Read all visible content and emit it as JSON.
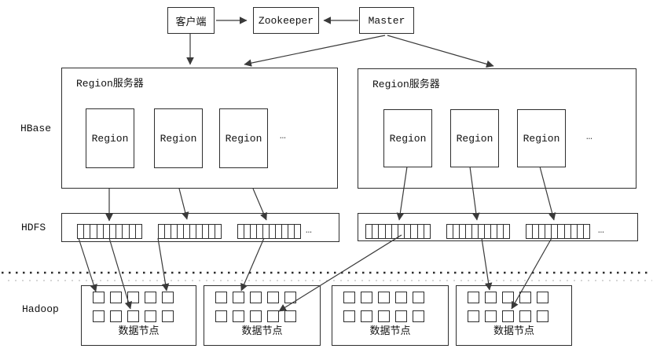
{
  "nodes": {
    "client": "客户端",
    "zookeeper": "Zookeeper",
    "master": "Master"
  },
  "layer_labels": [
    "HBase",
    "HDFS",
    "Hadoop"
  ],
  "region_servers": [
    {
      "title": "Region服务器",
      "regions": [
        "Region",
        "Region",
        "Region"
      ],
      "ellipsis": "…"
    },
    {
      "title": "Region服务器",
      "regions": [
        "Region",
        "Region",
        "Region"
      ],
      "ellipsis": "…"
    }
  ],
  "hdfs": {
    "cells_per_strip": 10,
    "ellipsis": "…"
  },
  "datanodes": {
    "labels": [
      "数据节点",
      "数据节点",
      "数据节点",
      "数据节点"
    ],
    "squares_per_row": 5,
    "rows_per_node": 2
  }
}
